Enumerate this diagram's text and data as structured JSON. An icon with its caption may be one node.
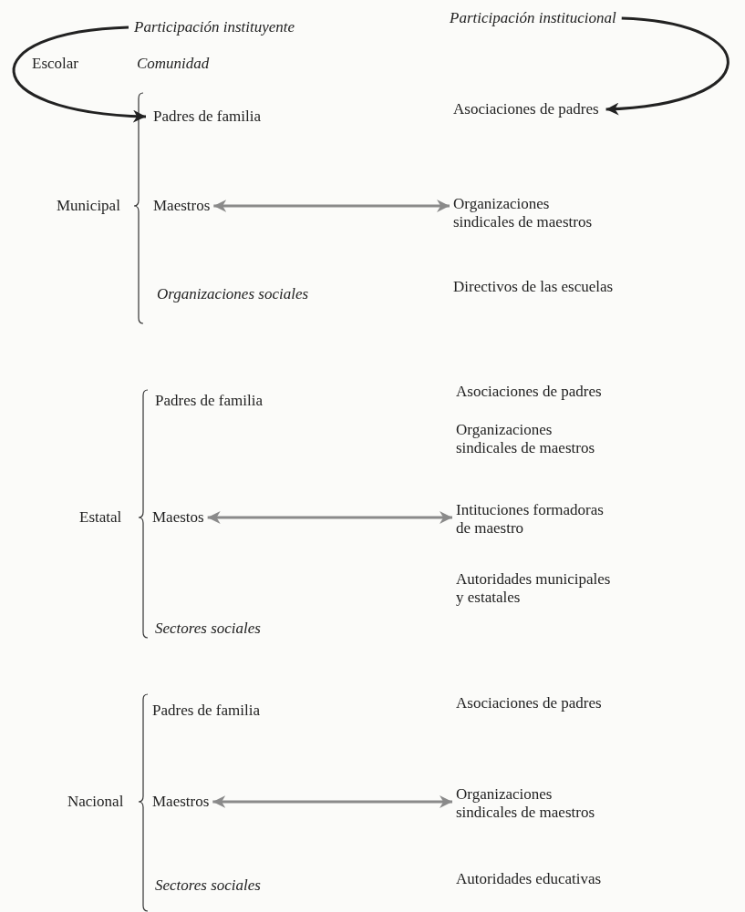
{
  "diagram": {
    "nodes": [
      {
        "text": [
          "Participación instituyente"
        ]
      },
      {
        "text": [
          "Participación institucional"
        ]
      },
      {
        "text": [
          "Escolar"
        ]
      },
      {
        "text": [
          "Comunidad"
        ]
      },
      {
        "text": [
          "Padres de familia"
        ]
      },
      {
        "text": [
          "Asociaciones de padres"
        ]
      },
      {
        "text": [
          "Municipal"
        ]
      },
      {
        "text": [
          "Maestros"
        ]
      },
      {
        "text": [
          "Organizaciones sindicales de maestros"
        ]
      },
      {
        "text": [
          "Organizaciones sociales"
        ]
      },
      {
        "text": [
          "Directivos de las escuelas"
        ]
      },
      {
        "text": [
          "Padres de familia"
        ]
      },
      {
        "text": [
          "Asociaciones de padres"
        ]
      },
      {
        "text": [
          "Organizaciones sindicales de maestros"
        ]
      },
      {
        "text": [
          "Estatal"
        ]
      },
      {
        "text": [
          "Maestos"
        ]
      },
      {
        "text": [
          "Intituciones formadoras de maestro"
        ]
      },
      {
        "text": [
          "Autoridades municipales y estatales"
        ]
      },
      {
        "text": [
          "Sectores sociales"
        ]
      },
      {
        "text": [
          "Padres de familia"
        ]
      },
      {
        "text": [
          "Asociaciones de padres"
        ]
      },
      {
        "text": [
          "Nacional"
        ]
      },
      {
        "text": [
          "Maestros"
        ]
      },
      {
        "text": [
          "Organizaciones sindicales de maestros"
        ]
      },
      {
        "text": [
          "Sectores sociales"
        ]
      },
      {
        "text": [
          "Autoridades educativas"
        ]
      }
    ],
    "edges": [
      {
        "from": 0,
        "to": 4,
        "arrow": "to",
        "color": "#222222"
      },
      {
        "from": 1,
        "to": 5,
        "arrow": "to",
        "color": "#222222"
      },
      {
        "from": 7,
        "to": 8,
        "arrow": "both"
      },
      {
        "from": 15,
        "to": 16,
        "arrow": "both"
      },
      {
        "from": 22,
        "to": 23,
        "arrow": "both"
      }
    ]
  }
}
